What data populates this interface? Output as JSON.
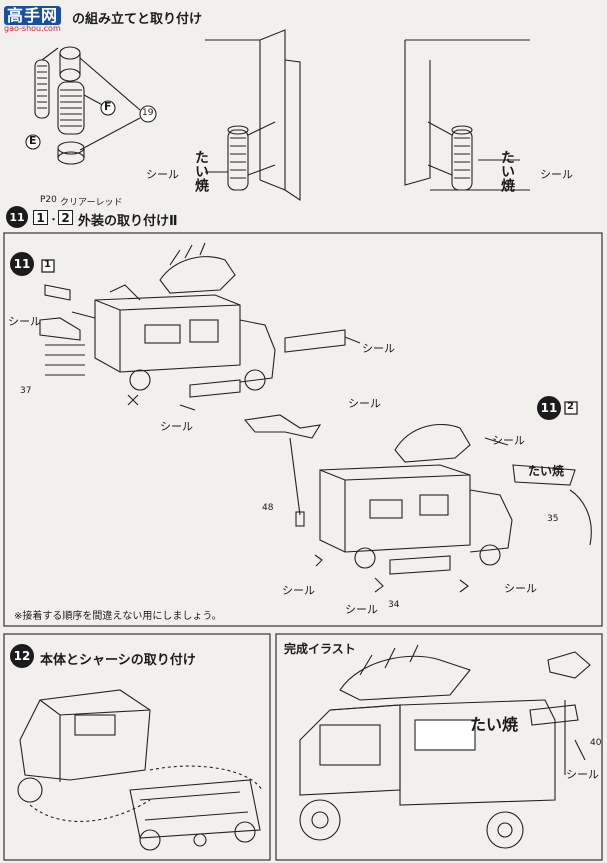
{
  "watermark": {
    "logo": "高手网",
    "url": "gao-shou.com"
  },
  "step10": {
    "title": "の組み立てと取り付け",
    "part_label": "クリアーレッド",
    "part_code": "P20",
    "callouts": {
      "F": "F",
      "E": "E",
      "n19": "19"
    },
    "seal_left": "シール",
    "seal_right": "シール",
    "taiyaki_left": "たい焼",
    "taiyaki_right": "たい焼"
  },
  "step11": {
    "num": "11",
    "title": "外装の取り付けⅡ",
    "sub1": "1",
    "sub2": "2",
    "sep": "・",
    "sub1_box": "1",
    "sub2_box": "2",
    "seal_labels": [
      "シール",
      "シール",
      "シール",
      "シール",
      "シール",
      "シール",
      "シール",
      "シール"
    ],
    "part_numbers": {
      "p37": "37",
      "p48": "48",
      "p35": "35",
      "p34": "34"
    },
    "sign_text": "たい焼",
    "note": "※接着する順序を間違えない用にしましょう。"
  },
  "step12": {
    "num": "12",
    "title": "本体とシャーシの取り付け"
  },
  "finished": {
    "title": "完成イラスト",
    "sign_text": "たい焼",
    "seal": "シール",
    "part": "40"
  }
}
